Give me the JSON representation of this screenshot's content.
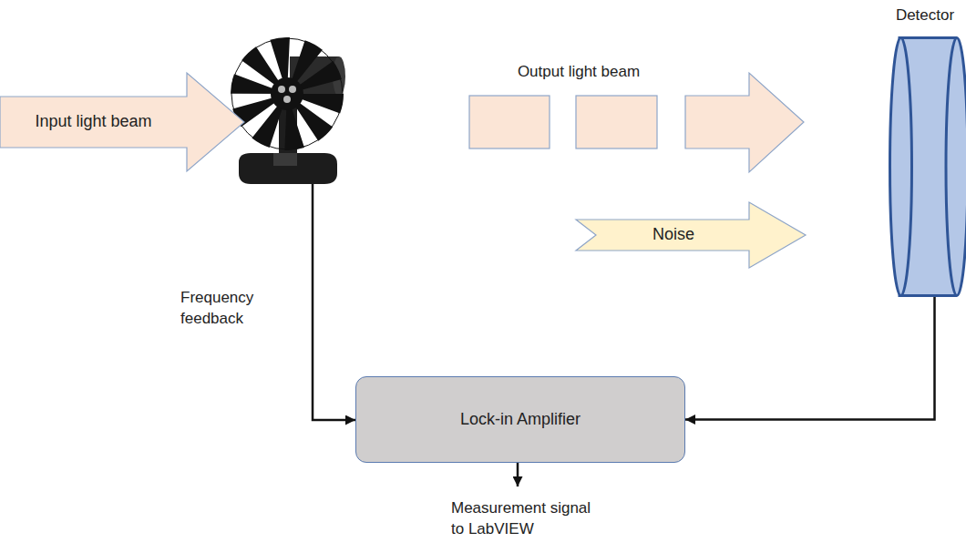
{
  "diagram": {
    "nodes": [
      {
        "text": [
          "Input light beam"
        ]
      },
      {
        "text": [
          "Detector"
        ]
      },
      {
        "text": [
          "Noise"
        ]
      },
      {
        "text": [
          "Lock-in Amplifier"
        ]
      }
    ],
    "edges": [
      {
        "from": 1,
        "to": 3,
        "arrow": "to"
      }
    ],
    "labels": [
      "Output light beam",
      "Frequency feedback",
      "Measurement signal to LabVIEW"
    ]
  }
}
